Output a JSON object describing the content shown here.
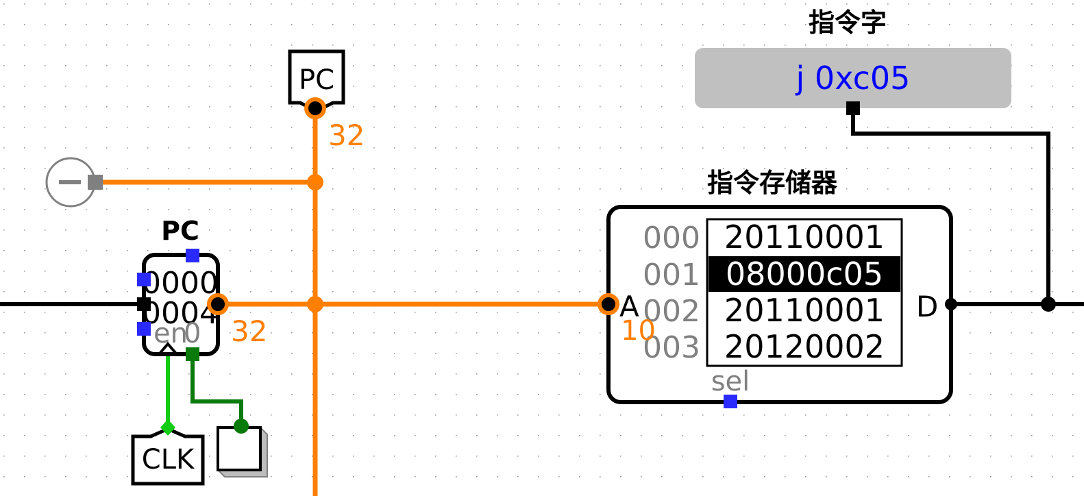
{
  "colors": {
    "wire_bus": "#ff7f00",
    "wire_single": "#000000",
    "wire_clock": "#11cc11",
    "wire_enable": "#0a7a0a",
    "port_marker": "#2a2aff",
    "grid_dot": "#9a9a9a",
    "dim_text": "#808080",
    "probe_text": "#0000ff",
    "probe_bg": "#c0c0c0"
  },
  "tunnel_pc": {
    "label": "PC"
  },
  "bus_width_top": "32",
  "bus_width_reg": "32",
  "constant": {
    "icon": "minus-icon"
  },
  "register": {
    "title": "PC",
    "value_top": "0000",
    "value_bottom": "0004",
    "en_label": "en",
    "zero_label": "0"
  },
  "clock_tunnel": {
    "label": "CLK"
  },
  "probe": {
    "title": "指令字",
    "value": "j 0xc05"
  },
  "rom": {
    "title": "指令存储器",
    "addr_label": "A",
    "data_label": "D",
    "sel_label": "sel",
    "addr_width": "10",
    "rows": [
      {
        "addr": "000",
        "value": "20110001",
        "selected": false
      },
      {
        "addr": "001",
        "value": "08000c05",
        "selected": true
      },
      {
        "addr": "002",
        "value": "20110001",
        "selected": false
      },
      {
        "addr": "003",
        "value": "20120002",
        "selected": false
      }
    ]
  }
}
